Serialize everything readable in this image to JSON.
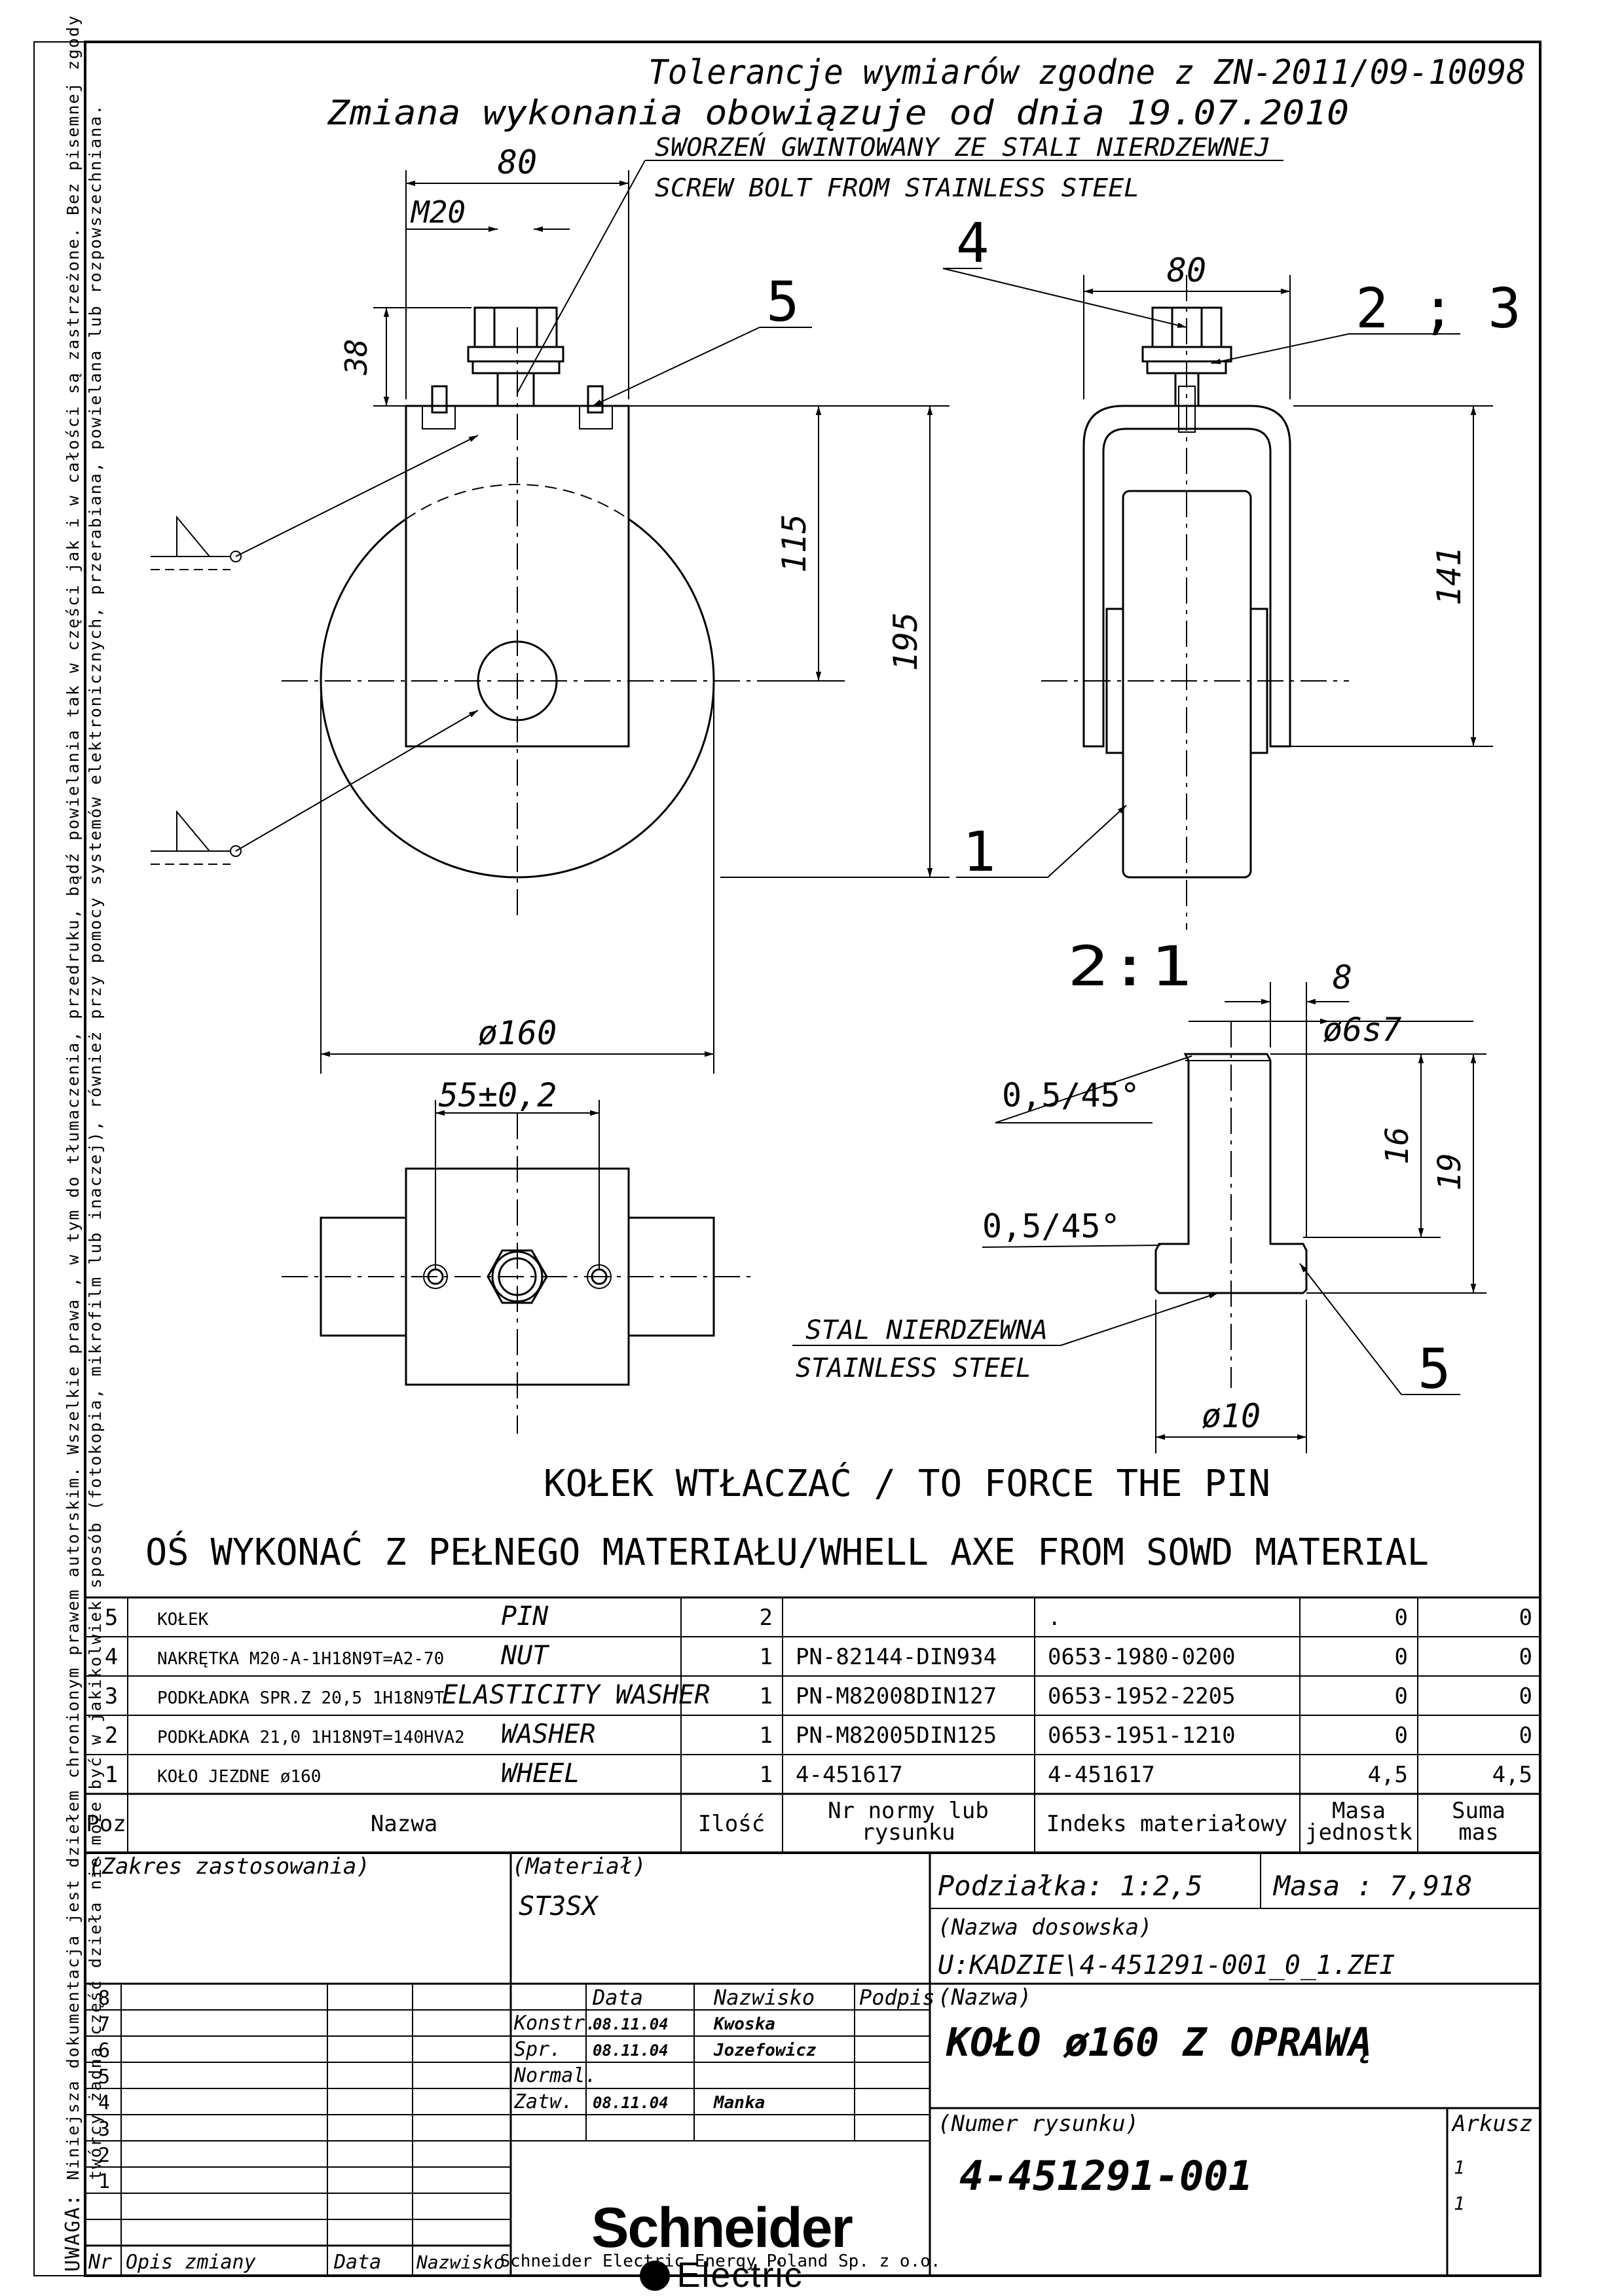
{
  "header": {
    "tolerance_note": "Tolerancje wymiarów zgodne z ZN-2011/09-10098",
    "change_note": "Zmiana wykonania obowiązuje od dnia 19.07.2010"
  },
  "side_notice": {
    "label": "UWAGA:",
    "line1": "Niniejsza dokumentacja jest dziełem chronionym prawem autorskim. Wszelkie prawa , w tym do tłumaczenia, przedruku, bądź powielania tak w części jak i w całości  są zastrzeżone. Bez pisemnej zgody",
    "line2": "twórcy żadna część dzieła nie może być w jakikolwiek sposób (fotokopia, mikrofilm lub inaczej), również przy pomocy systemów elektronicznych, przerabiana, powielana lub rozpowszechniana."
  },
  "front_view": {
    "dim_width": "80",
    "dim_thread": "M20",
    "dim_bolt_height": "38",
    "dim_axle_height": "115",
    "dim_total_height": "195",
    "dim_diameter": "ø160",
    "bolt_note_pl": "SWORZEŃ GWINTOWANY ZE STALI NIERDZEWNEJ",
    "bolt_note_en": "SCREW BOLT FROM STAINLESS STEEL",
    "balloon_5": "5"
  },
  "bottom_view": {
    "dim_hole_spacing": "55±0,2"
  },
  "side_view": {
    "balloon_4": "4",
    "dim_width": "80",
    "balloon_2_3": "2 ; 3",
    "dim_height": "141",
    "balloon_1": "1"
  },
  "pin_detail": {
    "scale": "2:1",
    "dim_8": "8",
    "dim_fit": "ø6s7",
    "chamfer_top": "0,5/45°",
    "chamfer_bottom": "0,5/45°",
    "dim_16": "16",
    "dim_19": "19",
    "material_pl": "STAL NIERDZEWNA",
    "material_en": "STAINLESS STEEL",
    "balloon_5": "5",
    "dim_head": "ø10"
  },
  "notes": {
    "pin_note": "KOŁEK WTŁACZAĆ / TO FORCE THE PIN",
    "axle_note": "OŚ WYKONAĆ Z PEŁNEGO MATERIAŁU/WHELL AXE FROM SOWD MATERIAL"
  },
  "parts_list": {
    "rows": [
      {
        "poz": "5",
        "name_pl": "KOŁEK",
        "name_en": "PIN",
        "qty": "2",
        "norm": "",
        "index": ".",
        "unit_mass": "0",
        "total_mass": "0"
      },
      {
        "poz": "4",
        "name_pl": "NAKRĘTKA M20-A-1H18N9T=A2-70",
        "name_en": "NUT",
        "qty": "1",
        "norm": "PN-82144-DIN934",
        "index": "0653-1980-0200",
        "unit_mass": "0",
        "total_mass": "0"
      },
      {
        "poz": "3",
        "name_pl": "PODKŁADKA SPR.Z 20,5 1H18N9T",
        "name_en": "ELASTICITY WASHER",
        "qty": "1",
        "norm": "PN-M82008DIN127",
        "index": "0653-1952-2205",
        "unit_mass": "0",
        "total_mass": "0"
      },
      {
        "poz": "2",
        "name_pl": "PODKŁADKA 21,0 1H18N9T=140HVA2",
        "name_en": "WASHER",
        "qty": "1",
        "norm": "PN-M82005DIN125",
        "index": "0653-1951-1210",
        "unit_mass": "0",
        "total_mass": "0"
      },
      {
        "poz": "1",
        "name_pl": "KOŁO JEZDNE ø160",
        "name_en": "WHEEL",
        "qty": "1",
        "norm": "4-451617",
        "index": "4-451617",
        "unit_mass": "4,5",
        "total_mass": "4,5"
      }
    ],
    "headers": {
      "poz": "Poz",
      "name": "Nazwa",
      "qty": "Ilość",
      "norm_1": "Nr normy lub",
      "norm_2": "rysunku",
      "index": "Indeks materiałowy",
      "unit_mass_1": "Masa",
      "unit_mass_2": "jednostk",
      "total_mass_1": "Suma",
      "total_mass_2": "mas"
    }
  },
  "title_block": {
    "application_label": "(Zakres zastosowania)",
    "material_label": "(Materiał)",
    "material_value": "ST3SX",
    "scale": "Podziałka: 1:2,5",
    "mass": "Masa : 7,918",
    "dos_label": "(Nazwa dosowska)",
    "dos_value": "U:KADZIE\\4-451291-001_0_1.ZEI",
    "name_label": "(Nazwa)",
    "name_value": "KOŁO ø160 Z OPRAWĄ",
    "number_label": "(Numer rysunku)",
    "number_value": "4-451291-001",
    "sheet_label": "Arkusz",
    "sheet_value": "1",
    "sheet_total": "1",
    "rev_numbers": [
      "8",
      "7",
      "6",
      "5",
      "4",
      "3",
      "2",
      "1"
    ],
    "rev_footer": {
      "nr": "Nr",
      "desc": "Opis zmiany",
      "date": "Data",
      "name": "Nazwisko"
    },
    "sig_headers": {
      "date": "Data",
      "name": "Nazwisko",
      "sign": "Podpis"
    },
    "signatures": [
      {
        "role": "Konstr.",
        "date": "08.11.04",
        "name": "Kwoska"
      },
      {
        "role": "Spr.",
        "date": "08.11.04",
        "name": "Jozefowicz"
      },
      {
        "role": "Normal.",
        "date": "",
        "name": ""
      },
      {
        "role": "Zatw.",
        "date": "08.11.04",
        "name": "Manka"
      }
    ],
    "company_name": "Schneider",
    "company_sub": "Electric",
    "company_footer": "Schneider Electric Energy Poland Sp. z o.o."
  }
}
